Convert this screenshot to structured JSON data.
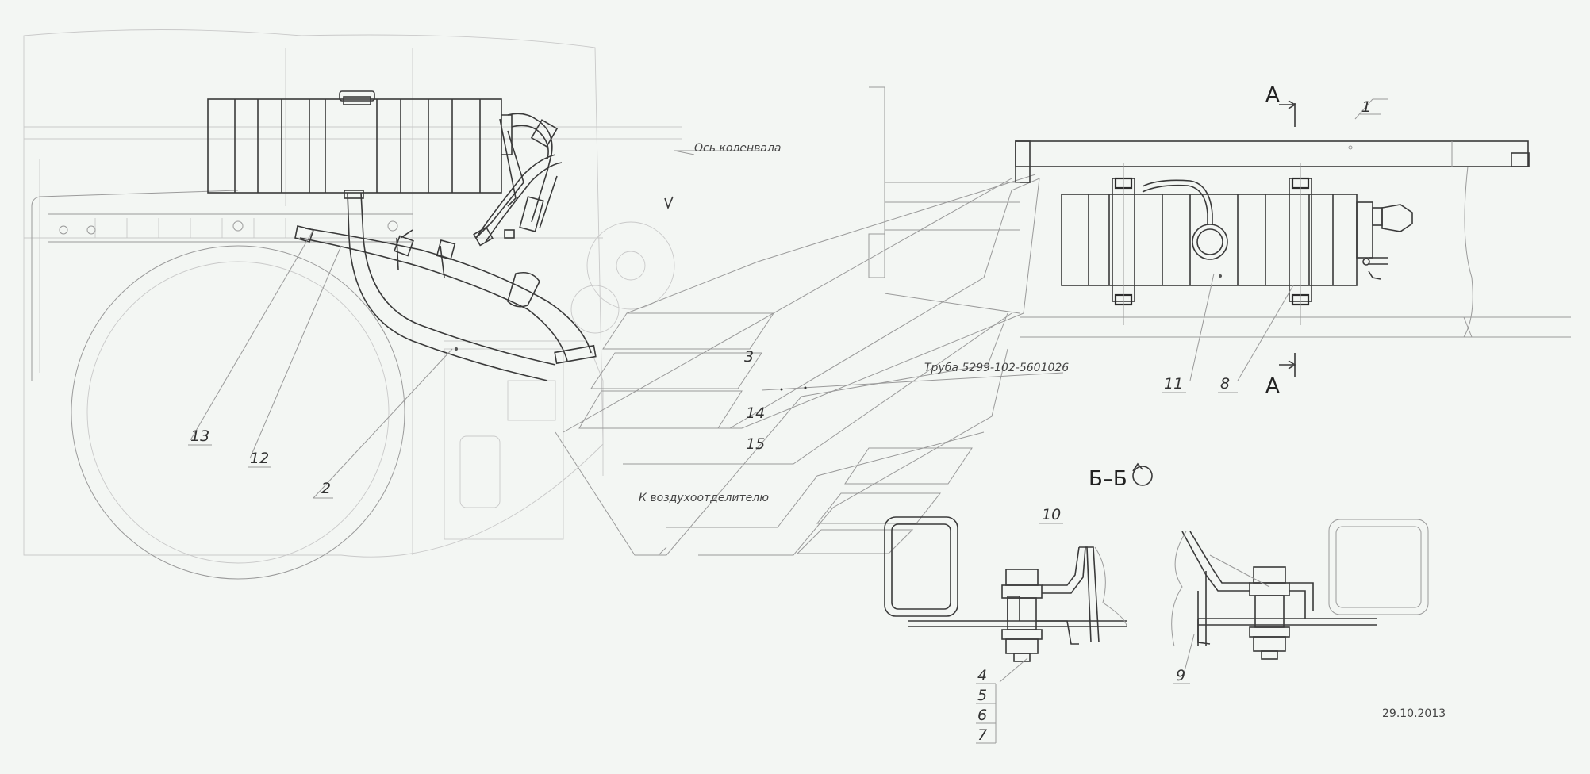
{
  "notes": {
    "crankshaft_axis": "Ось коленвала",
    "pipe": "Труба 5299-102-5601026",
    "to_deaerator": "К воздухоотделителю"
  },
  "section_labels": {
    "a_top": "А",
    "a_bottom": "А",
    "b_section": "Б–Б"
  },
  "callouts": {
    "c1": "1",
    "c2": "2",
    "c3": "3",
    "c4": "4",
    "c5": "5",
    "c6": "6",
    "c7": "7",
    "c8": "8",
    "c9": "9",
    "c10": "10",
    "c11": "11",
    "c12": "12",
    "c13": "13",
    "c14": "14",
    "c15": "15"
  },
  "date": "29.10.2013"
}
